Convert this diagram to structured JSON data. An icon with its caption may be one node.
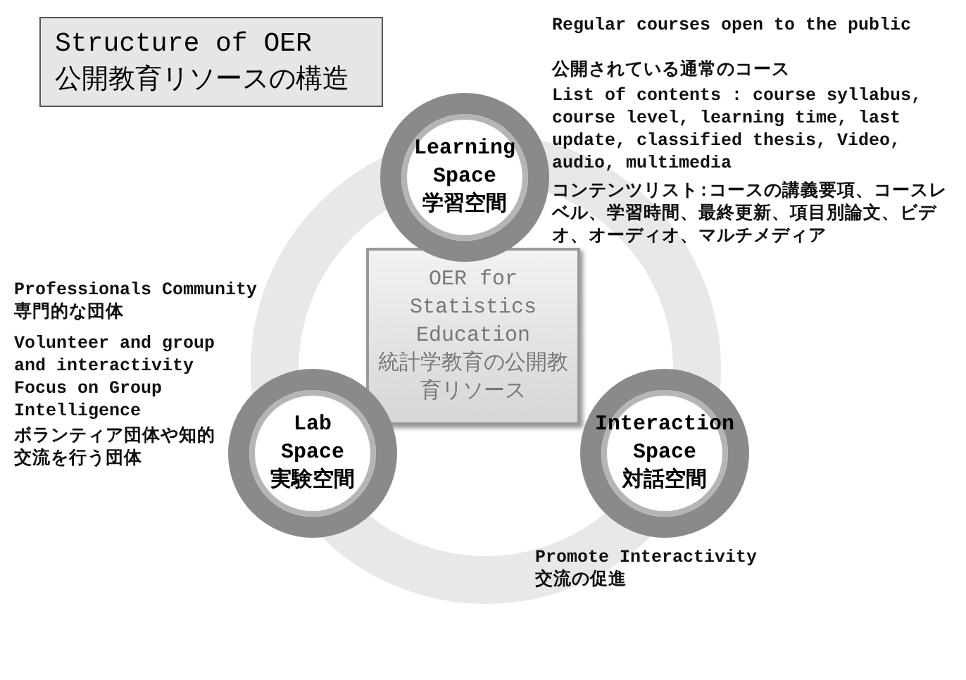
{
  "diagram": {
    "nodes": [
      {
        "text": [
          "Structure of OER",
          "公開教育リソースの構造"
        ]
      },
      {
        "text": [
          "OER for Statistics Education",
          "統計学教育の公開教育リソース"
        ]
      },
      {
        "text": [
          "Learning Space",
          "学習空間"
        ],
        "beside": [
          "Regular courses open to the public",
          "公開されている通常のコース",
          "List of contents : course syllabus, course level, learning time, last update, classified thesis, Video, audio, multimedia",
          "コンテンツリスト:コースの講義要項、コースレベル、学習時間、最終更新、項目別論文、ビデオ、オーディオ、マルチメディア"
        ]
      },
      {
        "text": [
          "Lab Space",
          "実験空間"
        ],
        "beside": [
          "Professionals Community",
          "専門的な団体",
          "Volunteer and group and interactivity Focus on Group Intelligence",
          "ボランティア団体や知的交流を行う団体"
        ]
      },
      {
        "text": [
          "Interaction Space",
          "対話空間"
        ],
        "beside": [
          "Promote Interactivity",
          "交流の促進"
        ]
      }
    ]
  }
}
